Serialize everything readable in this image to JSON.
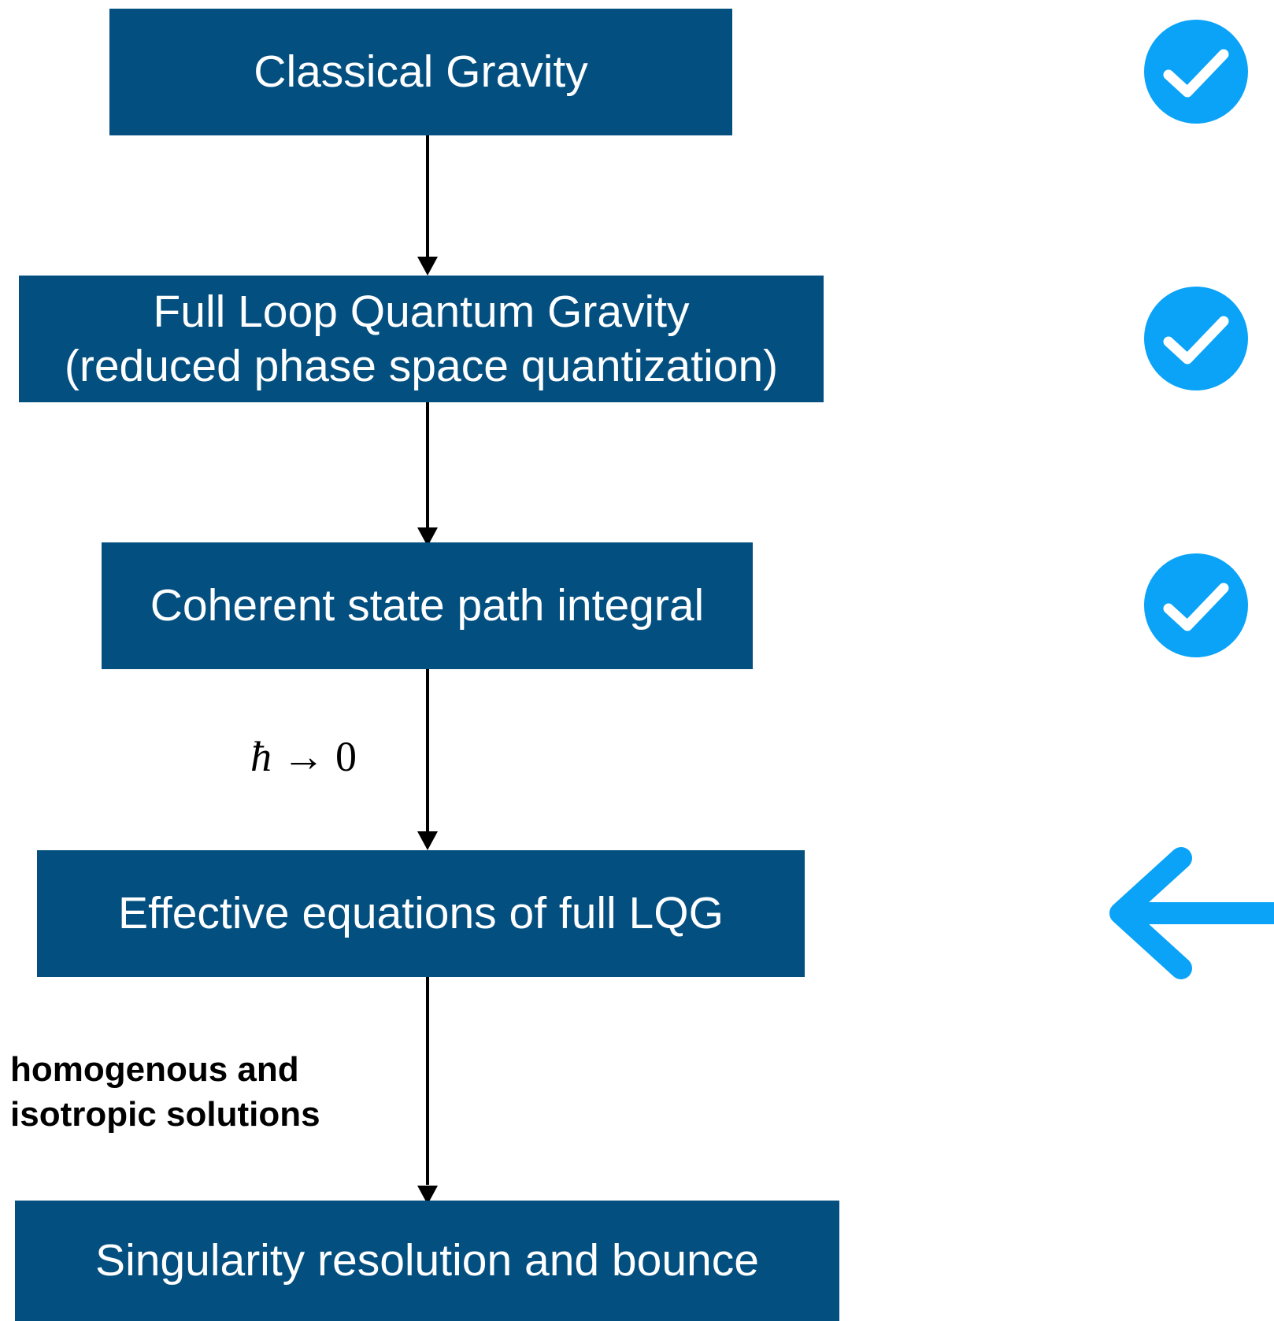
{
  "diagram": {
    "boxes": [
      {
        "id": "box-1",
        "lines": [
          "Classical Gravity"
        ]
      },
      {
        "id": "box-2",
        "lines": [
          "Full Loop Quantum Gravity",
          "(reduced phase space quantization)"
        ]
      },
      {
        "id": "box-3",
        "lines": [
          "Coherent state path integral"
        ]
      },
      {
        "id": "box-4",
        "lines": [
          "Effective equations of full LQG"
        ]
      },
      {
        "id": "box-5",
        "lines": [
          "Singularity resolution and bounce"
        ]
      }
    ],
    "edge_labels": {
      "hbar_limit": {
        "symbol": "ħ",
        "arrow": "→",
        "value": "0"
      },
      "homogeneous": {
        "lines": [
          "homogenous and",
          "isotropic solutions"
        ]
      }
    },
    "side_markers": {
      "checks": [
        {
          "target": "box-1",
          "icon": "check-circle-icon"
        },
        {
          "target": "box-2",
          "icon": "check-circle-icon"
        },
        {
          "target": "box-3",
          "icon": "check-circle-icon"
        }
      ],
      "pointer": {
        "target": "box-4",
        "icon": "arrow-left-icon"
      }
    },
    "colors": {
      "box_fill": "#034f80",
      "box_text": "#ffffff",
      "connector": "#000000",
      "marker": "#0aa3f8"
    }
  }
}
